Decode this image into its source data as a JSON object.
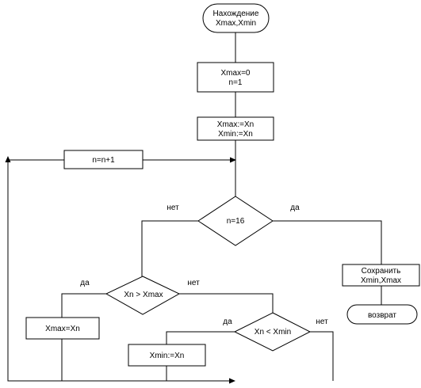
{
  "diagram": {
    "start": {
      "line1": "Нахождение",
      "line2": "Xmax,Xmin"
    },
    "init": {
      "line1": "Xmax=0",
      "line2": "n=1"
    },
    "assign": {
      "line1": "Xmax:=Xn",
      "line2": "Xmin:=Xn"
    },
    "increment": {
      "label": "n=n+1"
    },
    "loop_check": {
      "label": "n=16",
      "yes_label": "да",
      "no_label": "нет"
    },
    "max_check": {
      "label": "Xn > Xmax",
      "yes_label": "да",
      "no_label": "нет"
    },
    "max_assign": {
      "label": "Xmax=Xn"
    },
    "min_check": {
      "label": "Xn < Xmin",
      "yes_label": "да",
      "no_label": "нет"
    },
    "min_assign": {
      "label": "Xmin:=Xn"
    },
    "save": {
      "line1": "Сохранить",
      "line2": "Xmin,Xmax"
    },
    "end": {
      "label": "возврат"
    }
  }
}
